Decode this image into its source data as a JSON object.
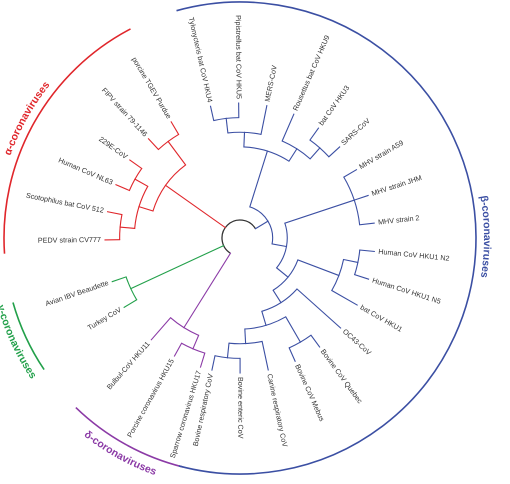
{
  "colors": {
    "alpha": "#e0262b",
    "beta": "#3b4fa3",
    "gamma": "#22a04a",
    "delta": "#8b3aa6",
    "root": "#333333"
  },
  "groups": [
    {
      "key": "delta",
      "label": "δ-coronaviruses"
    },
    {
      "key": "gamma",
      "label": "γ-coronaviruses"
    },
    {
      "key": "alpha",
      "label": "α-coronaviruses"
    },
    {
      "key": "beta",
      "label": "β-coronaviruses"
    }
  ],
  "taxa": [
    {
      "group": "delta",
      "name": "Sparrow coronavirus HKU17"
    },
    {
      "group": "delta",
      "name": "Porcine coronavirus HKU15"
    },
    {
      "group": "delta",
      "name": "Bulbul-CoV HKU11"
    },
    {
      "group": "gamma",
      "name": "Turkey CoV"
    },
    {
      "group": "gamma",
      "name": "Avian IBV Beaudette"
    },
    {
      "group": "alpha",
      "name": "PEDV strain CV777"
    },
    {
      "group": "alpha",
      "name": "Scotophilus bat CoV 512"
    },
    {
      "group": "alpha",
      "name": "Human CoV NL63"
    },
    {
      "group": "alpha",
      "name": "229E-CoV"
    },
    {
      "group": "alpha",
      "name": "FIPV strain 79-1146"
    },
    {
      "group": "alpha",
      "name": "porcine TGEV Purdue"
    },
    {
      "group": "beta",
      "name": "Tylonycteris bat CoV HKU4"
    },
    {
      "group": "beta",
      "name": "Pipistrellus bat CoV HKU5"
    },
    {
      "group": "beta",
      "name": "MERS-CoV"
    },
    {
      "group": "beta",
      "name": "Rousettus bat CoV HKU9"
    },
    {
      "group": "beta",
      "name": "bat CoV HKU3"
    },
    {
      "group": "beta",
      "name": "SARS-CoV"
    },
    {
      "group": "beta",
      "name": "MHV strain A59"
    },
    {
      "group": "beta",
      "name": "MHV strain JHM"
    },
    {
      "group": "beta",
      "name": "MHV strain 2"
    },
    {
      "group": "beta",
      "name": "Human CoV HKU1 N2"
    },
    {
      "group": "beta",
      "name": "Human CoV HKU1 N5"
    },
    {
      "group": "beta",
      "name": "bat CoV HKU1"
    },
    {
      "group": "beta",
      "name": "OC43-CoV"
    },
    {
      "group": "beta",
      "name": "Bovine CoV Quebec"
    },
    {
      "group": "beta",
      "name": "Bovine CoV Mebus"
    },
    {
      "group": "beta",
      "name": "Canine respiratory CoV"
    },
    {
      "group": "beta",
      "name": "Bovine enteric CoV"
    },
    {
      "group": "beta",
      "name": "Bovine respiratory CoV"
    }
  ],
  "tree": {
    "c": [
      {
        "c": [
          {
            "c": [
              {
                "t": 0
              },
              {
                "t": 1
              }
            ]
          },
          {
            "t": 2
          }
        ]
      },
      {
        "c": [
          {
            "t": 3
          },
          {
            "t": 4
          }
        ]
      },
      {
        "c": [
          {
            "c": [
              {
                "c": [
                  {
                    "t": 5
                  },
                  {
                    "t": 6
                  }
                ]
              },
              {
                "c": [
                  {
                    "t": 7
                  },
                  {
                    "t": 8
                  }
                ]
              }
            ]
          },
          {
            "c": [
              {
                "t": 9
              },
              {
                "t": 10
              }
            ]
          }
        ]
      },
      {
        "c": [
          {
            "c": [
              {
                "c": [
                  {
                    "c": [
                      {
                        "t": 11
                      },
                      {
                        "t": 12
                      }
                    ]
                  },
                  {
                    "t": 13
                  }
                ]
              },
              {
                "c": [
                  {
                    "t": 14
                  },
                  {
                    "c": [
                      {
                        "t": 15
                      },
                      {
                        "t": 16
                      }
                    ]
                  }
                ]
              }
            ]
          },
          {
            "c": [
              {
                "c": [
                  {
                    "t": 17
                  },
                  {
                    "t": 18
                  },
                  {
                    "t": 19
                  }
                ]
              },
              {
                "c": [
                  {
                    "c": [
                      {
                        "c": [
                          {
                            "t": 20
                          },
                          {
                            "t": 21
                          }
                        ]
                      },
                      {
                        "t": 22
                      }
                    ]
                  },
                  {
                    "c": [
                      {
                        "t": 23
                      },
                      {
                        "c": [
                          {
                            "c": [
                              {
                                "t": 24
                              },
                              {
                                "t": 25
                              }
                            ]
                          },
                          {
                            "c": [
                              {
                                "t": 26
                              },
                              {
                                "c": [
                                  {
                                    "t": 27
                                  },
                                  {
                                    "t": 28
                                  }
                                ]
                              }
                            ]
                          }
                        ]
                      }
                    ]
                  }
                ]
              }
            ]
          }
        ]
      }
    ]
  }
}
